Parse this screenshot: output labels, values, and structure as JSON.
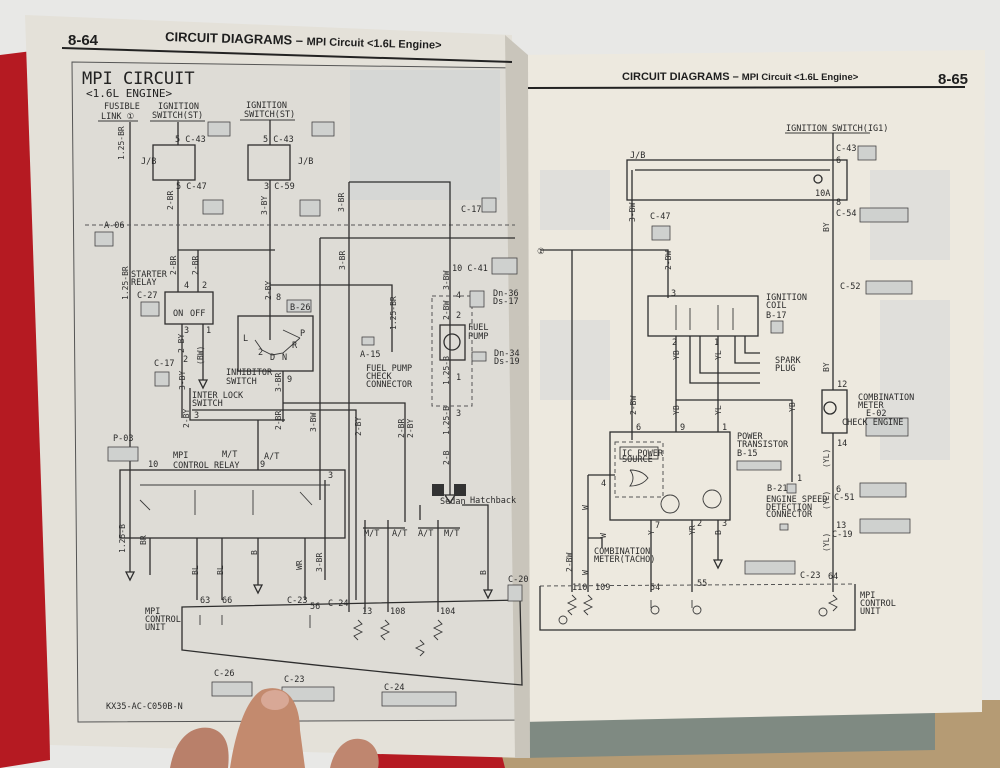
{
  "left_page": {
    "page_number": "8-64",
    "header_main": "CIRCUIT DIAGRAMS –",
    "header_sub": "MPI Circuit <1.6L Engine>",
    "title": "MPI CIRCUIT",
    "subtitle": "<1.6L ENGINE>",
    "doc_code": "KX35-AC-C050B-N",
    "labels": [
      "FUSIBLE",
      "LINK ①",
      "IGNITION",
      "SWITCH(ST)",
      "IGNITION",
      "SWITCH(ST)",
      "5 C-43",
      "5 C-43",
      "J/B",
      "J/B",
      "5 C-47",
      "3 C-59",
      "C-17",
      "A-06",
      "STARTER",
      "RELAY",
      "C-27",
      "B-26",
      "INHIBITOR",
      "SWITCH",
      "C-17",
      "INTER LOCK",
      "SWITCH",
      "A-15",
      "FUEL PUMP",
      "CHECK",
      "CONNECTOR",
      "10 C-41",
      "FUEL",
      "PUMP",
      "P-03",
      "MPI",
      "CONTROL RELAY",
      "M/T",
      "A/T",
      "M/T",
      "A/T",
      "A/T",
      "M/T",
      "Sedan",
      "Hatchback",
      "MPI",
      "CONTROL",
      "UNIT",
      "63",
      "66",
      "56",
      "13",
      "108",
      "104",
      "C-23",
      "C-24",
      "C-26",
      "C-23",
      "C-24",
      "Dn-36",
      "Ds-17",
      "Dn-34",
      "Ds-19",
      "C-20",
      "4",
      "2",
      "3",
      "1",
      "8",
      "9",
      "2",
      "3",
      "10",
      "9",
      "3",
      "4",
      "2",
      "1",
      "3",
      "ON",
      "OFF",
      "L",
      "2",
      "D",
      "N",
      "R",
      "P"
    ],
    "wire_codes": [
      "1.25-BR",
      "2-BR",
      "3-BY",
      "3-BR",
      "2-BR",
      "2-BR",
      "1.25-BR",
      "2-BY",
      "3-BR",
      "1.25-BR",
      "3-BW",
      "2-BW",
      "1.25-B",
      "1.25-B",
      "2-B",
      "2-BY",
      "(BW)",
      "3-BY",
      "2-BY",
      "3-BR",
      "2-BR",
      "3-BW",
      "2-BY",
      "2-BR",
      "2-BY",
      "1.25-B",
      "BR",
      "BL",
      "BL",
      "B",
      "WR",
      "3-BR",
      "B"
    ]
  },
  "right_page": {
    "page_number": "8-65",
    "header_main": "CIRCUIT DIAGRAMS –",
    "header_sub": "MPI Circuit <1.6L Engine>",
    "labels": [
      "IGNITION SWITCH(IG1)",
      "C-43",
      "J/B",
      "10A",
      "C-47",
      "C-54",
      "C-52",
      "IGNITION",
      "COIL",
      "B-17",
      "SPARK",
      "PLUG",
      "COMBINATION",
      "METER",
      "E-02",
      "POWER",
      "TRANSISTOR",
      "B-15",
      "IC POWER",
      "SOURCE",
      "B-21",
      "ENGINE SPEED",
      "DETECTION",
      "CONNECTOR",
      "C-51",
      "C-19",
      "COMBINATION",
      "METER(TACHO)",
      "C-23",
      "110",
      "109",
      "54",
      "55",
      "64",
      "MPI",
      "CONTROL",
      "UNIT",
      "CHECK ENGINE",
      "①",
      "6",
      "8",
      "3",
      "2",
      "1",
      "6",
      "9",
      "1",
      "4",
      "7",
      "2",
      "3",
      "12",
      "14",
      "6",
      "13",
      "1"
    ],
    "wire_codes": [
      "3-BW",
      "2-BW",
      "YB",
      "YL",
      "YB",
      "YL",
      "YB",
      "2-BW",
      "BY",
      "BY",
      "(YL)",
      "(YL)",
      "(YL)",
      "Y",
      "YR",
      "B",
      "W",
      "W",
      "2-BW",
      "W"
    ]
  },
  "colors": {
    "binder": "#b51a22",
    "paper_left": "#e4e1d9",
    "paper_right": "#ede9df",
    "ink": "#2b2b2b"
  }
}
